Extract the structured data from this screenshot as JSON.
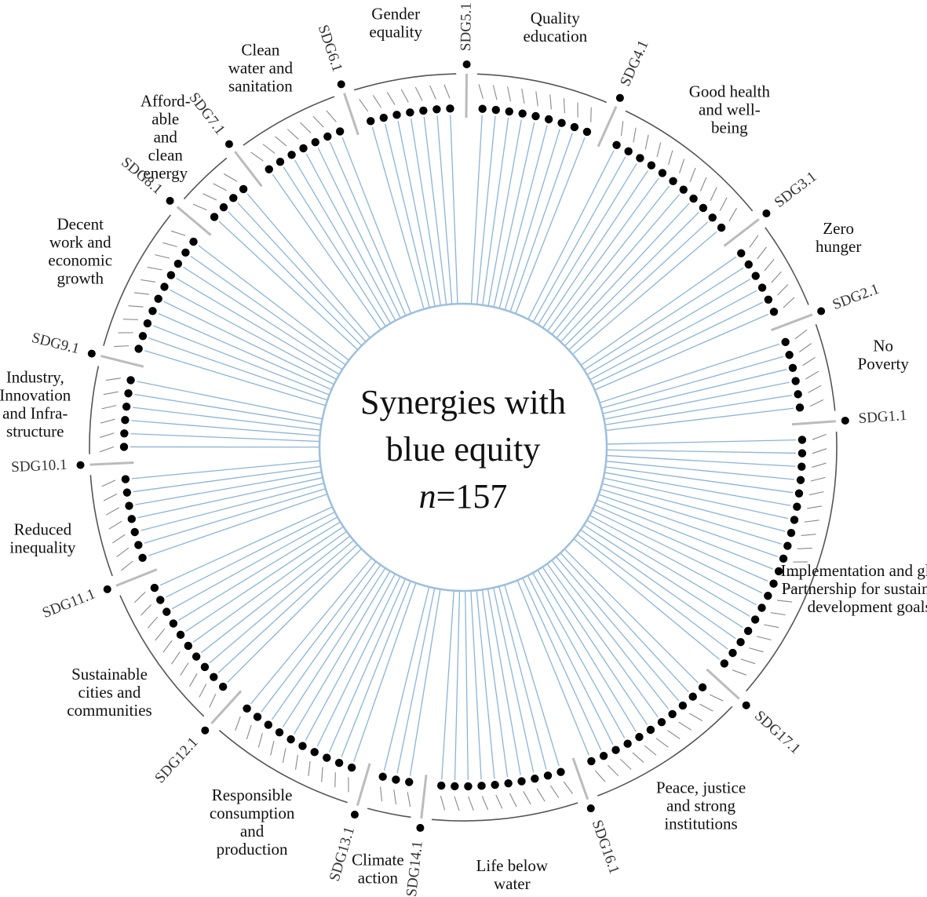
{
  "center": {
    "line1": "Synergies with",
    "line2": "blue equity",
    "n_label": "n",
    "n_value": "=157"
  },
  "colors": {
    "spoke": "#8ab4d8",
    "ring": "#9dbfdc",
    "dot": "#000000",
    "text": "#111111"
  },
  "total_links": 157,
  "segments": [
    {
      "sdg": "SDG1.1",
      "goal": [
        "No",
        "Poverty"
      ],
      "links": 6
    },
    {
      "sdg": "SDG2.1",
      "goal": [
        "Zero",
        "hunger"
      ],
      "links": 6
    },
    {
      "sdg": "SDG3.1",
      "goal": [
        "Good health",
        "and well-",
        "being"
      ],
      "links": 11
    },
    {
      "sdg": "SDG4.1",
      "goal": [
        "Quality",
        "education"
      ],
      "links": 9
    },
    {
      "sdg": "SDG5.1",
      "goal": [
        "Gender",
        "equality"
      ],
      "links": 7
    },
    {
      "sdg": "SDG6.1",
      "goal": [
        "Clean",
        "water and",
        "sanitation"
      ],
      "links": 7
    },
    {
      "sdg": "SDG7.1",
      "goal": [
        "Afford-",
        "able",
        "and",
        "clean",
        "energy"
      ],
      "links": 4
    },
    {
      "sdg": "SDG8.1",
      "goal": [
        "Decent",
        "work and",
        "economic",
        "growth"
      ],
      "links": 10
    },
    {
      "sdg": "SDG9.1",
      "goal": [
        "Industry,",
        "Innovation",
        "and Infra-",
        "structure"
      ],
      "links": 6
    },
    {
      "sdg": "SDG10.1",
      "goal": [
        "Reduced",
        "inequality"
      ],
      "links": 7
    },
    {
      "sdg": "SDG11.1",
      "goal": [
        "Sustainable",
        "cities and",
        "communities"
      ],
      "links": 10
    },
    {
      "sdg": "SDG12.1",
      "goal": [
        "Responsible",
        "consumption",
        "and",
        "production"
      ],
      "links": 10
    },
    {
      "sdg": "SDG13.1",
      "goal": [
        "Climate",
        "action"
      ],
      "links": 3
    },
    {
      "sdg": "SDG14.1",
      "goal": [
        "Life below",
        "water"
      ],
      "links": 10
    },
    {
      "sdg": "SDG16.1",
      "goal": [
        "Peace, justice",
        "and strong",
        "institutions"
      ],
      "links": 11
    },
    {
      "sdg": "SDG17.1",
      "goal": [
        "Implementation and global",
        "Partnership for sustainable",
        "development goals"
      ],
      "links": 19
    }
  ]
}
